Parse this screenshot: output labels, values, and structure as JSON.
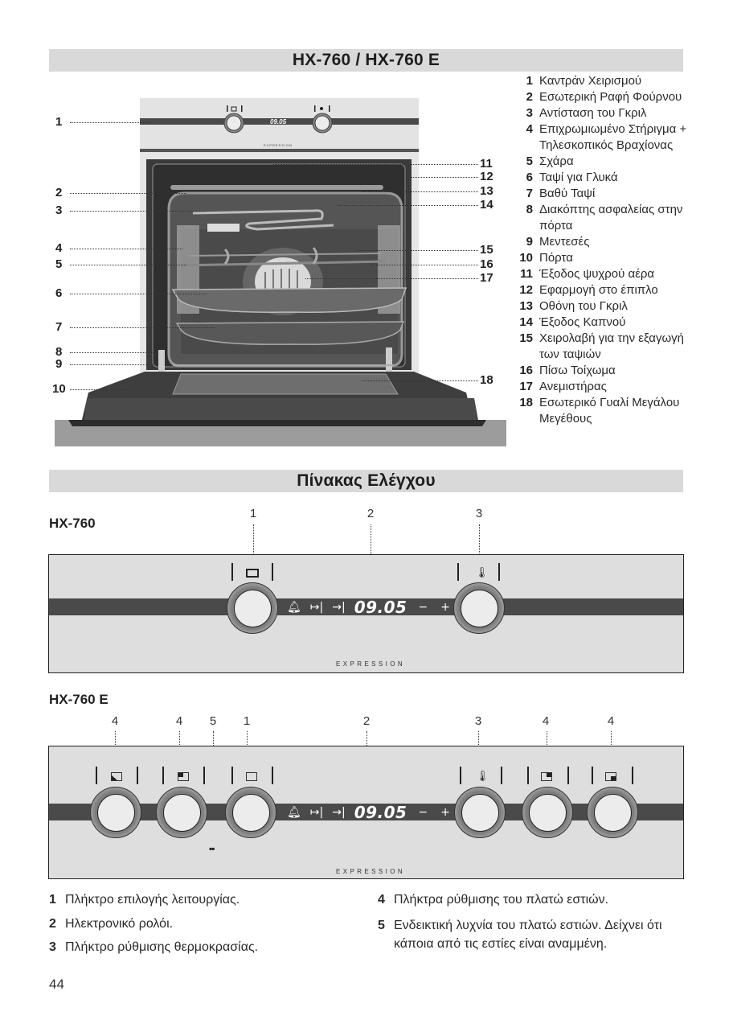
{
  "header": {
    "title": "HX-760 / HX-760 E"
  },
  "oven_callouts": {
    "left": [
      "1",
      "2",
      "3",
      "4",
      "5",
      "6",
      "7",
      "8",
      "9",
      "10"
    ],
    "right": [
      "11",
      "12",
      "13",
      "14",
      "15",
      "16",
      "17",
      "18"
    ]
  },
  "oven_display": {
    "time": "09.05",
    "brand": "EXPRESSION"
  },
  "parts_legend": [
    {
      "num": "1",
      "text": "Καντράν Χειρισμού"
    },
    {
      "num": "2",
      "text": "Εσωτερική Ραφή Φούρνου"
    },
    {
      "num": "3",
      "text": "Αντίσταση του Γκριλ"
    },
    {
      "num": "4",
      "text": "Επιχρωμιωμένο Στήριγμα + Τηλεσκοπικός Βραχίονας"
    },
    {
      "num": "5",
      "text": "Σχάρα"
    },
    {
      "num": "6",
      "text": "Ταψί για Γλυκά"
    },
    {
      "num": "7",
      "text": "Βαθύ Ταψί"
    },
    {
      "num": "8",
      "text": "Διακόπτης ασφαλείας στην πόρτα"
    },
    {
      "num": "9",
      "text": "Μεντεσές"
    },
    {
      "num": "10",
      "text": "Πόρτα"
    },
    {
      "num": "11",
      "text": "Έξοδος ψυχρού αέρα"
    },
    {
      "num": "12",
      "text": "Εφαρμογή στο έπιπλο"
    },
    {
      "num": "13",
      "text": "Οθόνη του Γκριλ"
    },
    {
      "num": "14",
      "text": "Έξοδος Καπνού"
    },
    {
      "num": "15",
      "text": "Χειρολαβή για την εξαγωγή των ταψιών"
    },
    {
      "num": "16",
      "text": "Πίσω Τοίχωμα"
    },
    {
      "num": "17",
      "text": "Ανεμιστήρας"
    },
    {
      "num": "18",
      "text": "Εσωτερικό Γυαλί Μεγάλου Μεγέθους"
    }
  ],
  "control_section": {
    "title": "Πίνακας Ελέγχου"
  },
  "panel_hx760": {
    "model": "HX-760",
    "labels": [
      "1",
      "2",
      "3"
    ],
    "display": {
      "bell": "bell-icon",
      "duration": "⇥",
      "end": "→|",
      "time": "09.05",
      "minus": "−",
      "plus": "+",
      "temp": "🌡↑"
    },
    "brand": "EXPRESSION"
  },
  "panel_hx760e": {
    "model": "HX-760 E",
    "labels": [
      "4",
      "4",
      "5",
      "1",
      "2",
      "3",
      "4",
      "4"
    ],
    "display": {
      "time": "09.05",
      "minus": "−",
      "plus": "+"
    },
    "brand": "EXPRESSION"
  },
  "descriptions": [
    {
      "num": "1",
      "text": "Πλήκτρο επιλογής λειτουργίας."
    },
    {
      "num": "2",
      "text": "Ηλεκτρονικό ρολόι."
    },
    {
      "num": "3",
      "text": "Πλήκτρο ρύθμισης θερμοκρασίας."
    },
    {
      "num": "4",
      "text": "Πλήκτρα ρύθμισης του πλατώ εστιών."
    },
    {
      "num": "5",
      "text": "Ενδεικτική λυχνία του πλατώ εστιών. Δείχνει ότι κάποια από τις εστίες είναι αναμμένη."
    }
  ],
  "footer": {
    "page_number": "44"
  }
}
